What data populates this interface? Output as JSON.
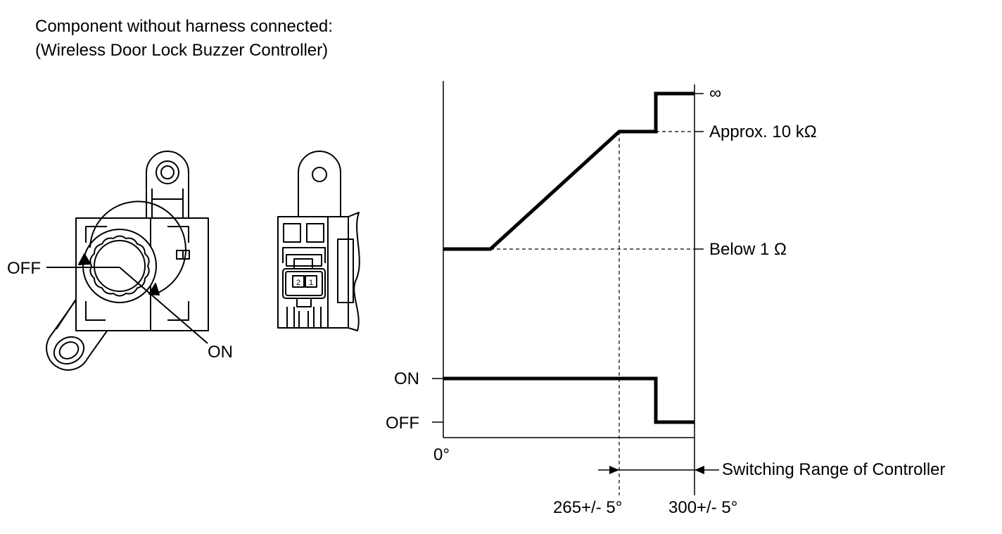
{
  "header": {
    "line1": "Component without harness connected:",
    "line2": "(Wireless Door Lock Buzzer Controller)"
  },
  "component": {
    "off_label": "OFF",
    "on_label": "ON",
    "pin_labels": [
      "2",
      "1"
    ]
  },
  "graph": {
    "resistance_labels": {
      "infinity": "∞",
      "approx": "Approx. 10 kΩ",
      "below": "Below 1 Ω"
    },
    "switch_labels": {
      "on": "ON",
      "off": "OFF"
    },
    "origin_label": "0°",
    "angle_labels": {
      "a265": "265+/- 5°",
      "a300": "300+/- 5°"
    },
    "range_label": "Switching Range of Controller"
  }
}
